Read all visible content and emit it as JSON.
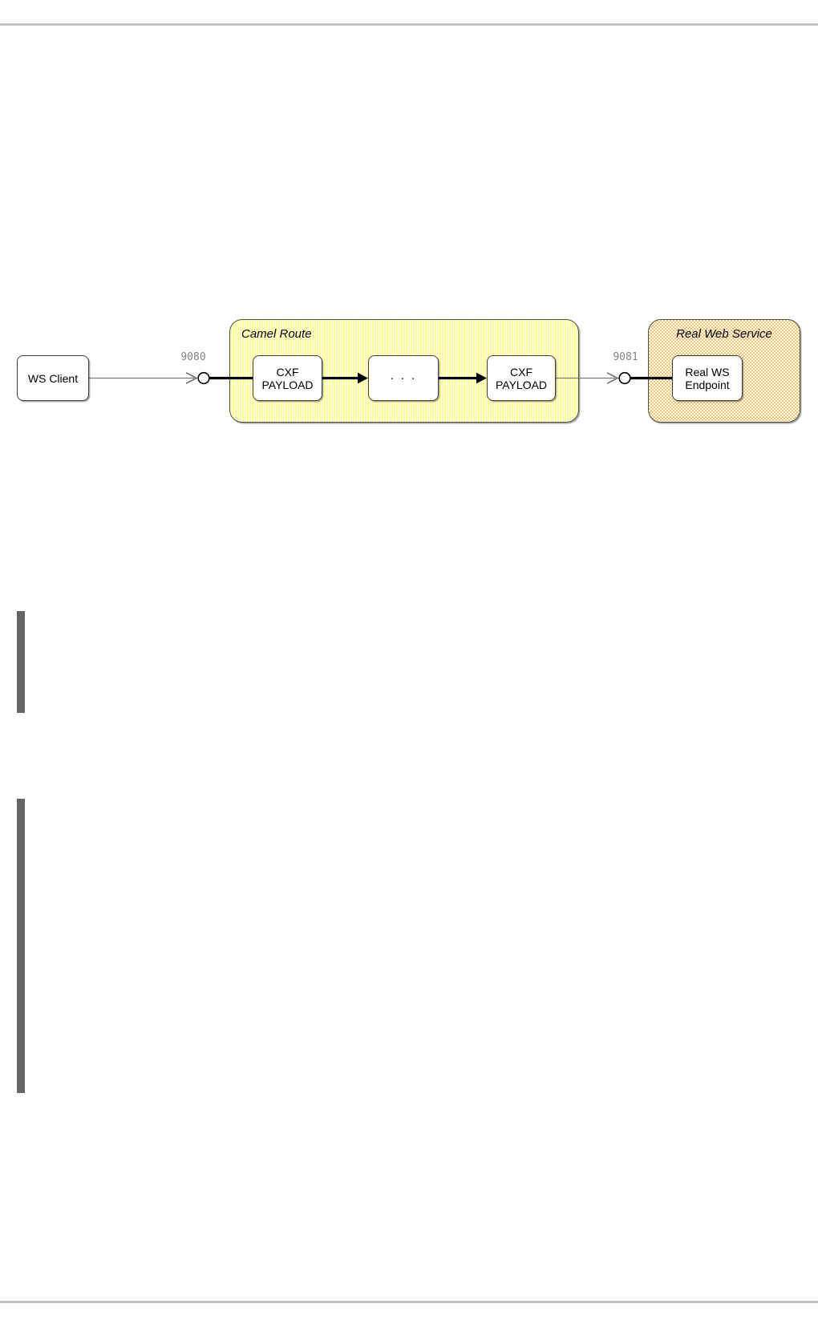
{
  "diagram": {
    "client_label": "WS Client",
    "port_left": "9080",
    "port_right": "9081",
    "camel_route": {
      "title": "Camel Route",
      "node1": {
        "line1": "CXF",
        "line2": "PAYLOAD"
      },
      "dots": "· · ·",
      "node2": {
        "line1": "CXF",
        "line2": "PAYLOAD"
      }
    },
    "real_web_service": {
      "title": "Real Web Service",
      "endpoint": {
        "line1": "Real WS",
        "line2": "Endpoint"
      }
    }
  },
  "colors": {
    "stripe_yellow": "#ffff99",
    "checker_orange": "#f0c46a",
    "quote_bar_gray": "#666666",
    "page_rule_gray": "#c3c3c3",
    "port_label_gray": "#808080",
    "connector_thin_gray": "#7a7a7a",
    "connector_thick_black": "#000000"
  }
}
